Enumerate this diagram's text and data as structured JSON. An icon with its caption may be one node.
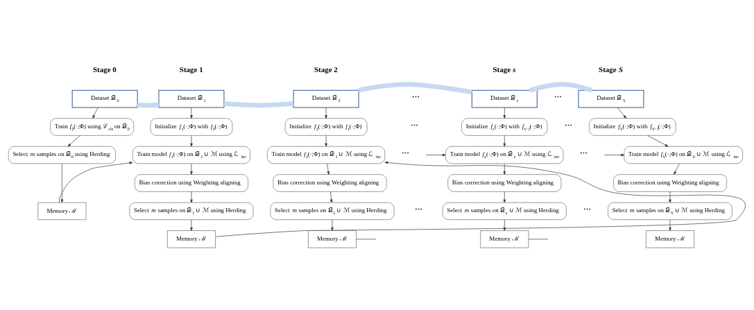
{
  "diagram": {
    "nodes": [
      {
        "text": [
          "Dataset 𝒟$_{0}$"
        ]
      },
      {
        "text": [
          "Train *f*$_{0}$(·;Φ) using ℒ$_{cls}$ on 𝒟$_{0}$"
        ]
      },
      {
        "text": [
          "Select *m* samples on 𝒟$_{0}$ using Herding"
        ]
      },
      {
        "text": [
          "Memory ℳ"
        ]
      },
      {
        "text": [
          "Dataset 𝒟$_{1}$"
        ]
      },
      {
        "text": [
          "Initialize *f*$_{1}$(·;Φ) with *f*$_{0}$(·;Φ)"
        ]
      },
      {
        "text": [
          "Train model *f*$_{1}$(·;Φ) on 𝒟$_{1}$ ∪ ℳ using ℒ$_{inc}$"
        ]
      },
      {
        "text": [
          "Bias correction using Weighting aligning"
        ]
      },
      {
        "text": [
          "Select *m* samples on 𝒟$_{1}$ ∪ ℳ using Herding"
        ]
      },
      {
        "text": [
          "Memory ℳ"
        ]
      },
      {
        "text": [
          "Dataset 𝒟$_{2}$"
        ]
      },
      {
        "text": [
          "Initialize *f*$_{2}$(·;Φ) with *f*$_{1}$(·;Φ)"
        ]
      },
      {
        "text": [
          "Train model *f*$_{2}$(·;Φ) on 𝒟$_{1}$ ∪ ℳ using ℒ$_{inc}$"
        ]
      },
      {
        "text": [
          "Bias correction using Weighting aligning"
        ]
      },
      {
        "text": [
          "Select *m* samples on 𝒟$_{2}$ ∪ ℳ using Herding"
        ]
      },
      {
        "text": [
          "Memory ℳ"
        ]
      },
      {
        "text": [
          "Dataset 𝒟$_{s}$"
        ]
      },
      {
        "text": [
          "Initialize *f*$_{s}$(·;Φ) with *f*$_{s−1}$(·;Φ)"
        ]
      },
      {
        "text": [
          "Train model *f*$_{s}$(·;Φ) on 𝒟$_{s}$ ∪ ℳ using ℒ$_{inc}$"
        ]
      },
      {
        "text": [
          "Bias correction using Weighting aligning"
        ]
      },
      {
        "text": [
          "Select *m* samples on 𝒟$_{s}$ ∪ ℳ using Herding"
        ]
      },
      {
        "text": [
          "Memory ℳ"
        ]
      },
      {
        "text": [
          "Dataset 𝒟$_{S}$"
        ]
      },
      {
        "text": [
          "Initialize *f*$_{S}$(·;Φ) with *f*$_{S−1}$(·;Φ)"
        ]
      },
      {
        "text": [
          "Train model *f*$_{S}$(·;Φ) on 𝒟$_{S}$ ∪ ℳ using ℒ$_{inc}$"
        ]
      },
      {
        "text": [
          "Bias correction using Weighting aligning"
        ]
      },
      {
        "text": [
          "Select *m* samples on 𝒟$_{S}$ ∪ ℳ using Herding"
        ]
      },
      {
        "text": [
          "Memory ℳ"
        ]
      }
    ],
    "edges": [
      {
        "from": 0,
        "to": 1,
        "arrow": "to"
      },
      {
        "from": 1,
        "to": 2,
        "arrow": "to"
      },
      {
        "from": 2,
        "to": 3,
        "arrow": "to"
      },
      {
        "from": 3,
        "to": 6,
        "arrow": "to"
      },
      {
        "from": 4,
        "to": 5,
        "arrow": "to"
      },
      {
        "from": 5,
        "to": 6,
        "arrow": "to"
      },
      {
        "from": 6,
        "to": 7,
        "arrow": "to"
      },
      {
        "from": 7,
        "to": 8,
        "arrow": "to"
      },
      {
        "from": 8,
        "to": 9,
        "arrow": "to"
      },
      {
        "from": 9,
        "to": 12,
        "arrow": "to"
      },
      {
        "from": 10,
        "to": 11,
        "arrow": "to"
      },
      {
        "from": 11,
        "to": 12,
        "arrow": "to"
      },
      {
        "from": 12,
        "to": 13,
        "arrow": "to"
      },
      {
        "from": 13,
        "to": 14,
        "arrow": "to"
      },
      {
        "from": 14,
        "to": 15,
        "arrow": "to"
      },
      {
        "from": 15,
        "to": null,
        "arrow": "none"
      },
      {
        "from": null,
        "to": 18,
        "arrow": "to"
      },
      {
        "from": 16,
        "to": 17,
        "arrow": "to"
      },
      {
        "from": 17,
        "to": 18,
        "arrow": "to"
      },
      {
        "from": 18,
        "to": 19,
        "arrow": "to"
      },
      {
        "from": 19,
        "to": 20,
        "arrow": "to"
      },
      {
        "from": 20,
        "to": 21,
        "arrow": "to"
      },
      {
        "from": 21,
        "to": null,
        "arrow": "none"
      },
      {
        "from": null,
        "to": 24,
        "arrow": "to"
      },
      {
        "from": 22,
        "to": 23,
        "arrow": "to"
      },
      {
        "from": 23,
        "to": 24,
        "arrow": "to"
      },
      {
        "from": 24,
        "to": 25,
        "arrow": "to"
      },
      {
        "from": 25,
        "to": 26,
        "arrow": "to"
      },
      {
        "from": 26,
        "to": 27,
        "arrow": "to"
      },
      {
        "from": 0,
        "to": 4,
        "arrow": "none",
        "style": "thick",
        "color": "#c5d9f0"
      },
      {
        "from": 4,
        "to": 10,
        "arrow": "none",
        "style": "thick",
        "color": "#c5d9f0"
      },
      {
        "from": 10,
        "to": 16,
        "arrow": "none",
        "style": "thick",
        "color": "#c5d9f0"
      },
      {
        "from": 16,
        "to": 22,
        "arrow": "none",
        "style": "thick",
        "color": "#c5d9f0"
      }
    ],
    "labels": [
      "Stage 0",
      "Stage 1",
      "Stage 2",
      "Stage *s*",
      "Stage *S*",
      "⋯",
      "⋯",
      "⋯",
      "⋯",
      "⋯",
      "⋯",
      "⋯",
      "⋯"
    ]
  }
}
